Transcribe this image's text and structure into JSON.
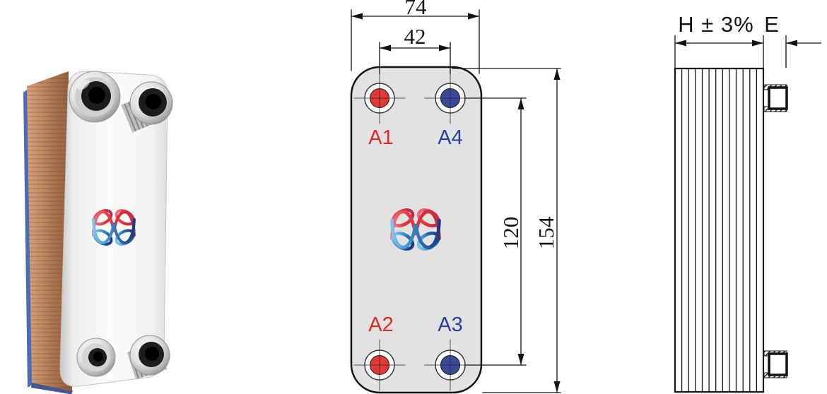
{
  "front_view": {
    "dim_top_width": "74",
    "dim_port_spacing": "42",
    "dim_port_vertical": "120",
    "dim_total_height": "154",
    "ports": [
      {
        "id": "A1",
        "position": "top-left",
        "color": "#e02a28",
        "type": "hot"
      },
      {
        "id": "A4",
        "position": "top-right",
        "color": "#2b3f9c",
        "type": "cold"
      },
      {
        "id": "A2",
        "position": "bottom-left",
        "color": "#e02a28",
        "type": "hot"
      },
      {
        "id": "A3",
        "position": "bottom-right",
        "color": "#2b3f9c",
        "type": "cold"
      }
    ]
  },
  "side_view": {
    "dim_height_label": "H ± 3%",
    "dim_edge_label": "E"
  },
  "colors": {
    "hot": "#e02a28",
    "cold": "#2b3f9c",
    "plate_fill": "#e2e2e2",
    "drawing_line": "#141414",
    "copper_side": "#b07a55",
    "back_edge_blue": "#4a6cb5",
    "logo_red": "#e63a42",
    "logo_blue": "#2f7fc4"
  }
}
